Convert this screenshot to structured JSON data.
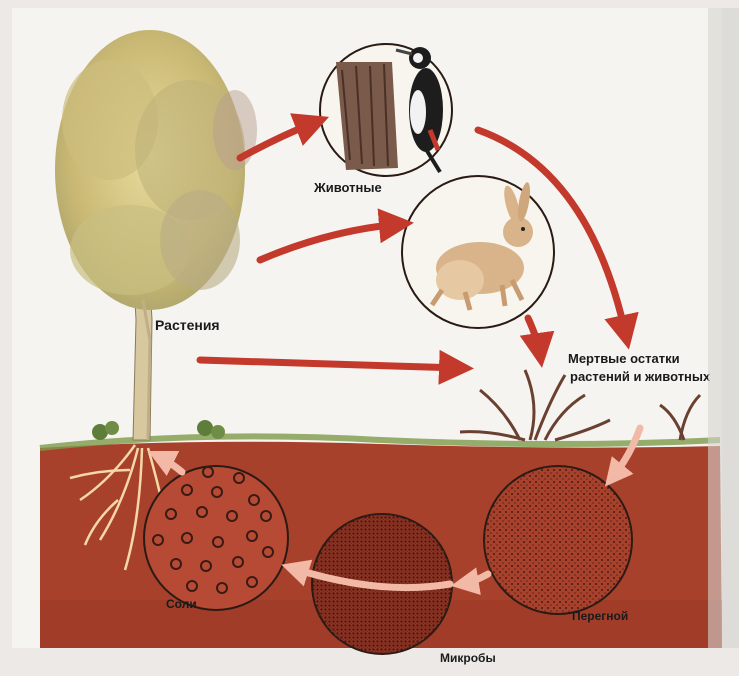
{
  "labels": {
    "plants": "Растения",
    "animals": "Животные",
    "remains_line1": "Мертвые остатки",
    "remains_line2": "растений и животных",
    "humus": "Перегной",
    "microbes": "Микробы",
    "salts": "Соли"
  },
  "colors": {
    "page_bg": "#ece9e6",
    "soil": "#a8412c",
    "soil_dark": "#8e3323",
    "grass": "#7d9a4a",
    "arrow_red": "#c33a2c",
    "arrow_pink": "#f1b9a6",
    "circle_stroke": "#2a1a14",
    "tree_leaves": "#d9c98a",
    "tree_trunk": "#d8c8a0"
  },
  "icons": [
    "tree-icon",
    "woodpecker-icon",
    "hare-icon",
    "dead-plant-icon",
    "root-icon"
  ]
}
